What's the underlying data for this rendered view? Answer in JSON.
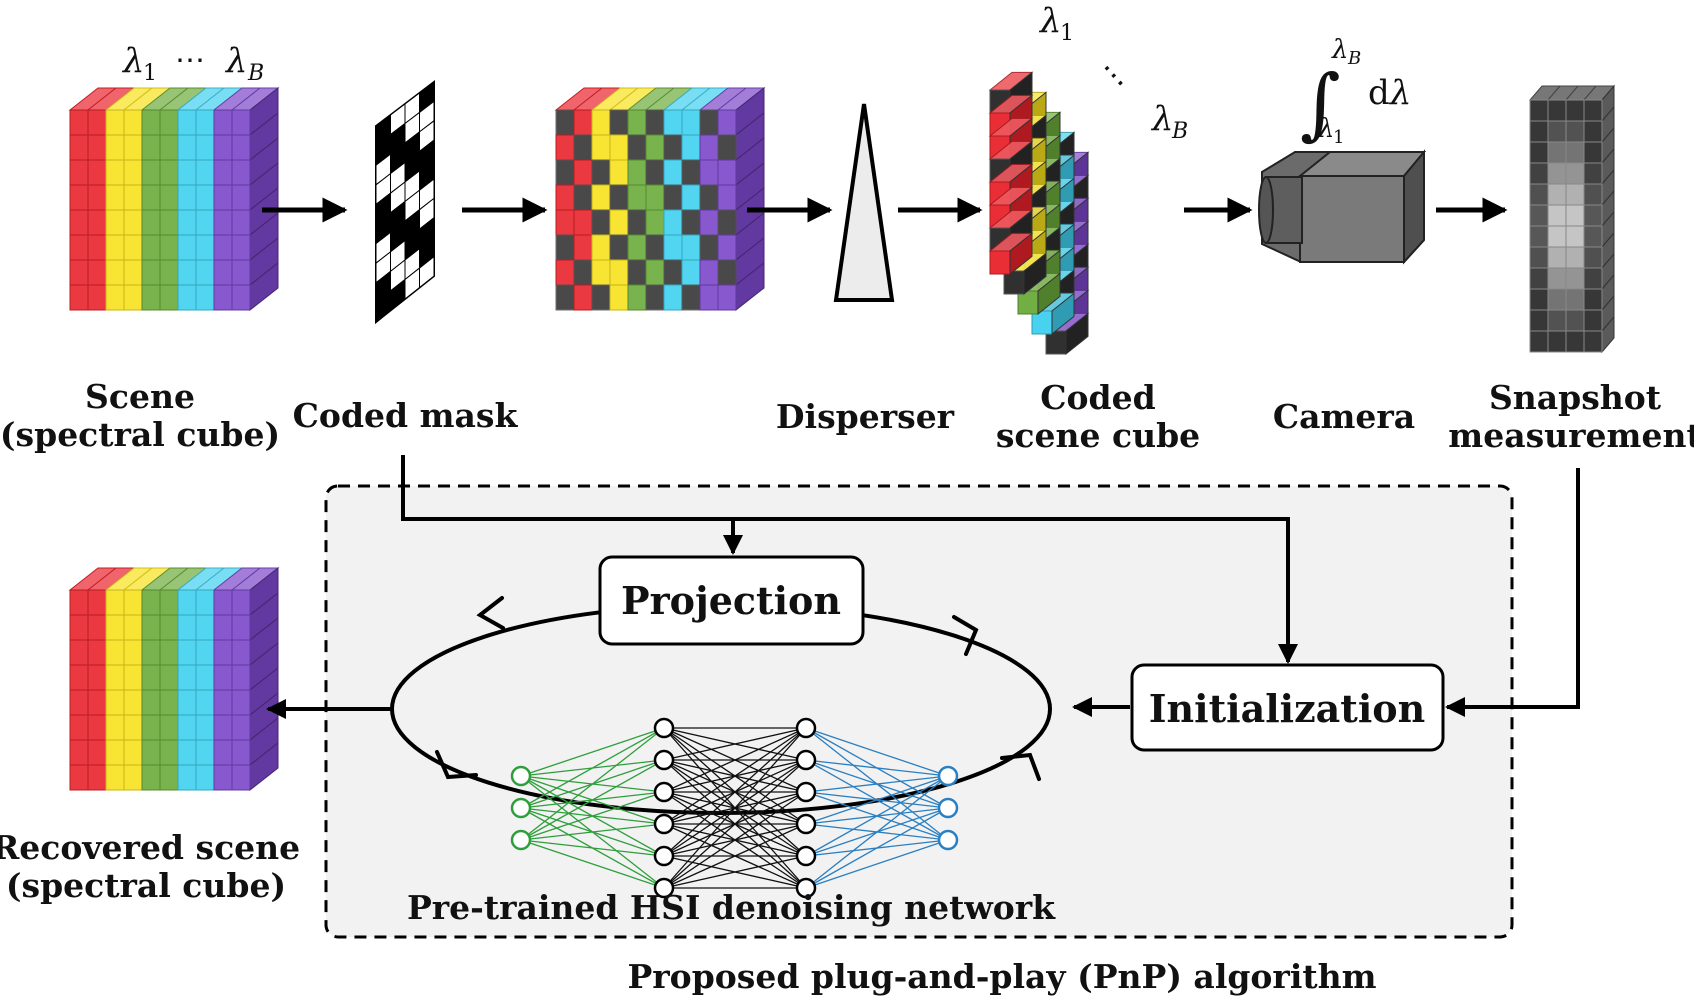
{
  "labels": {
    "scene": [
      "Scene",
      "(spectral cube)"
    ],
    "coded_mask": "Coded mask",
    "disperser": "Disperser",
    "coded_scene_cube": [
      "Coded",
      "scene cube"
    ],
    "camera": "Camera",
    "snapshot": [
      "Snapshot",
      "measurement"
    ],
    "recovered": [
      "Recovered scene",
      "(spectral cube)"
    ],
    "network": "Pre-trained HSI denoising network",
    "algorithm": "Proposed plug-and-play (PnP) algorithm"
  },
  "boxes": {
    "projection": "Projection",
    "initialization": "Initialization"
  },
  "math": {
    "lambda_sym": "λ",
    "sub_1": "1",
    "sub_B": "B",
    "ellipsis": "⋯",
    "integral": "∫",
    "d": "d"
  },
  "colors": {
    "spectral": [
      "#e8232b",
      "#f7e11c",
      "#6aaa3a",
      "#3fd0ee",
      "#7b46c9"
    ],
    "algorithm_bg": "#f2f2f2",
    "net_green": "#2e9e3b",
    "net_blue": "#2a7fc1",
    "camera": "#6b6b6b"
  },
  "network_layers": [
    3,
    6,
    6,
    3
  ]
}
